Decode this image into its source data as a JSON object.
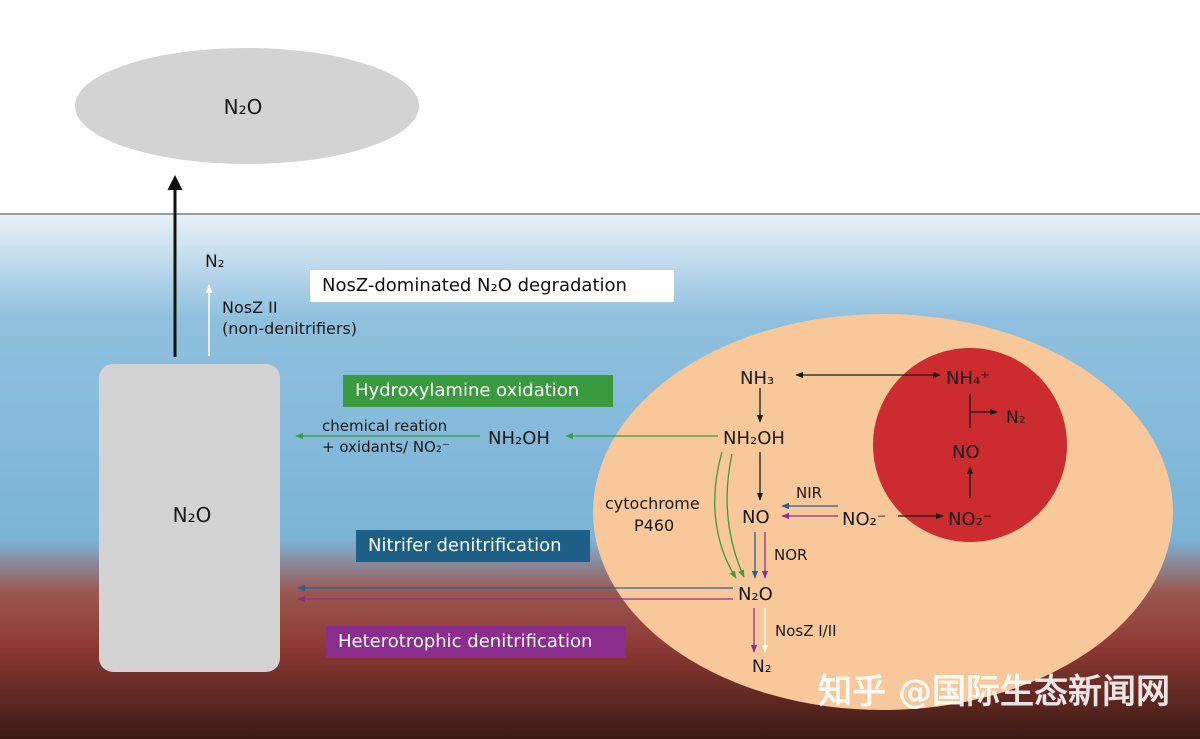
{
  "colors": {
    "sky": "#ffffff",
    "water_top": "#e2eef7",
    "water_mid": "#7fb8da",
    "sediment": "#8f3a35",
    "sediment_deep": "#3b1a14",
    "pool": "#d3d3d3",
    "cell": "#f8c89a",
    "red_zone": "#cc2b2f",
    "green": "#3e9b3e",
    "blue": "#2a5f8e",
    "purple": "#8e2e8e",
    "label_green": "#3a9a3e",
    "label_blue": "#1e5f86",
    "label_purple": "#8b2d8d"
  },
  "atmosphere": {
    "pool_label": "N₂O"
  },
  "ocean": {
    "pool_label": "N₂O"
  },
  "labels": {
    "nosz_degradation": "NosZ-dominated N₂O degradation",
    "hydroxylamine": "Hydroxylamine oxidation",
    "nitrifer": "Nitrifer denitrification",
    "heterotrophic": "Heterotrophic denitrification"
  },
  "species": {
    "n2_top": "N₂",
    "nh3": "NH₃",
    "nh4": "NH₄⁺",
    "n2_red": "N₂",
    "no_red": "NO",
    "no2_red": "NO₂⁻",
    "nh2oh": "NH₂OH",
    "nh2oh_ext": "NH₂OH",
    "no": "NO",
    "no2": "NO₂⁻",
    "n2o": "N₂O",
    "n2_bottom": "N₂"
  },
  "annotations": {
    "nosz2_line1": "NosZ II",
    "nosz2_line2": "(non-denitrifiers)",
    "chem_line1": "chemical reation",
    "chem_line2": "+ oxidants/ NO₂⁻",
    "cyt_line1": "cytochrome",
    "cyt_line2": "P460",
    "nir": "NIR",
    "nor": "NOR",
    "nosz12": "NosZ I/II"
  },
  "watermark": "知乎 @国际生态新闻网"
}
